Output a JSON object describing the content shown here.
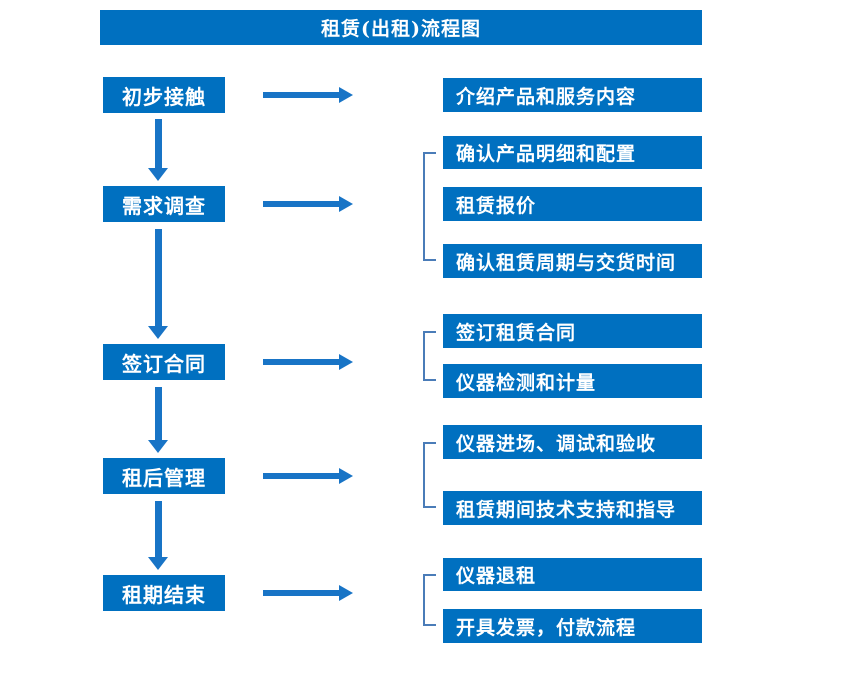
{
  "title": "租赁(出租)流程图",
  "colors": {
    "box_blue": "#0070C0",
    "arrow_blue": "#1874C6",
    "bracket_blue": "#4A7CB8",
    "text_color": "#FFFFFF",
    "background": "#FFFFFF"
  },
  "stages": [
    {
      "label": "初步接触",
      "details": [
        "介绍产品和服务内容"
      ]
    },
    {
      "label": "需求调查",
      "details": [
        "确认产品明细和配置",
        "租赁报价",
        "确认租赁周期与交货时间"
      ]
    },
    {
      "label": "签订合同",
      "details": [
        "签订租赁合同",
        "仪器检测和计量"
      ]
    },
    {
      "label": "租后管理",
      "details": [
        "仪器进场、调试和验收",
        "租赁期间技术支持和指导"
      ]
    },
    {
      "label": "租期结束",
      "details": [
        "仪器退租",
        "开具发票，付款流程"
      ]
    }
  ]
}
